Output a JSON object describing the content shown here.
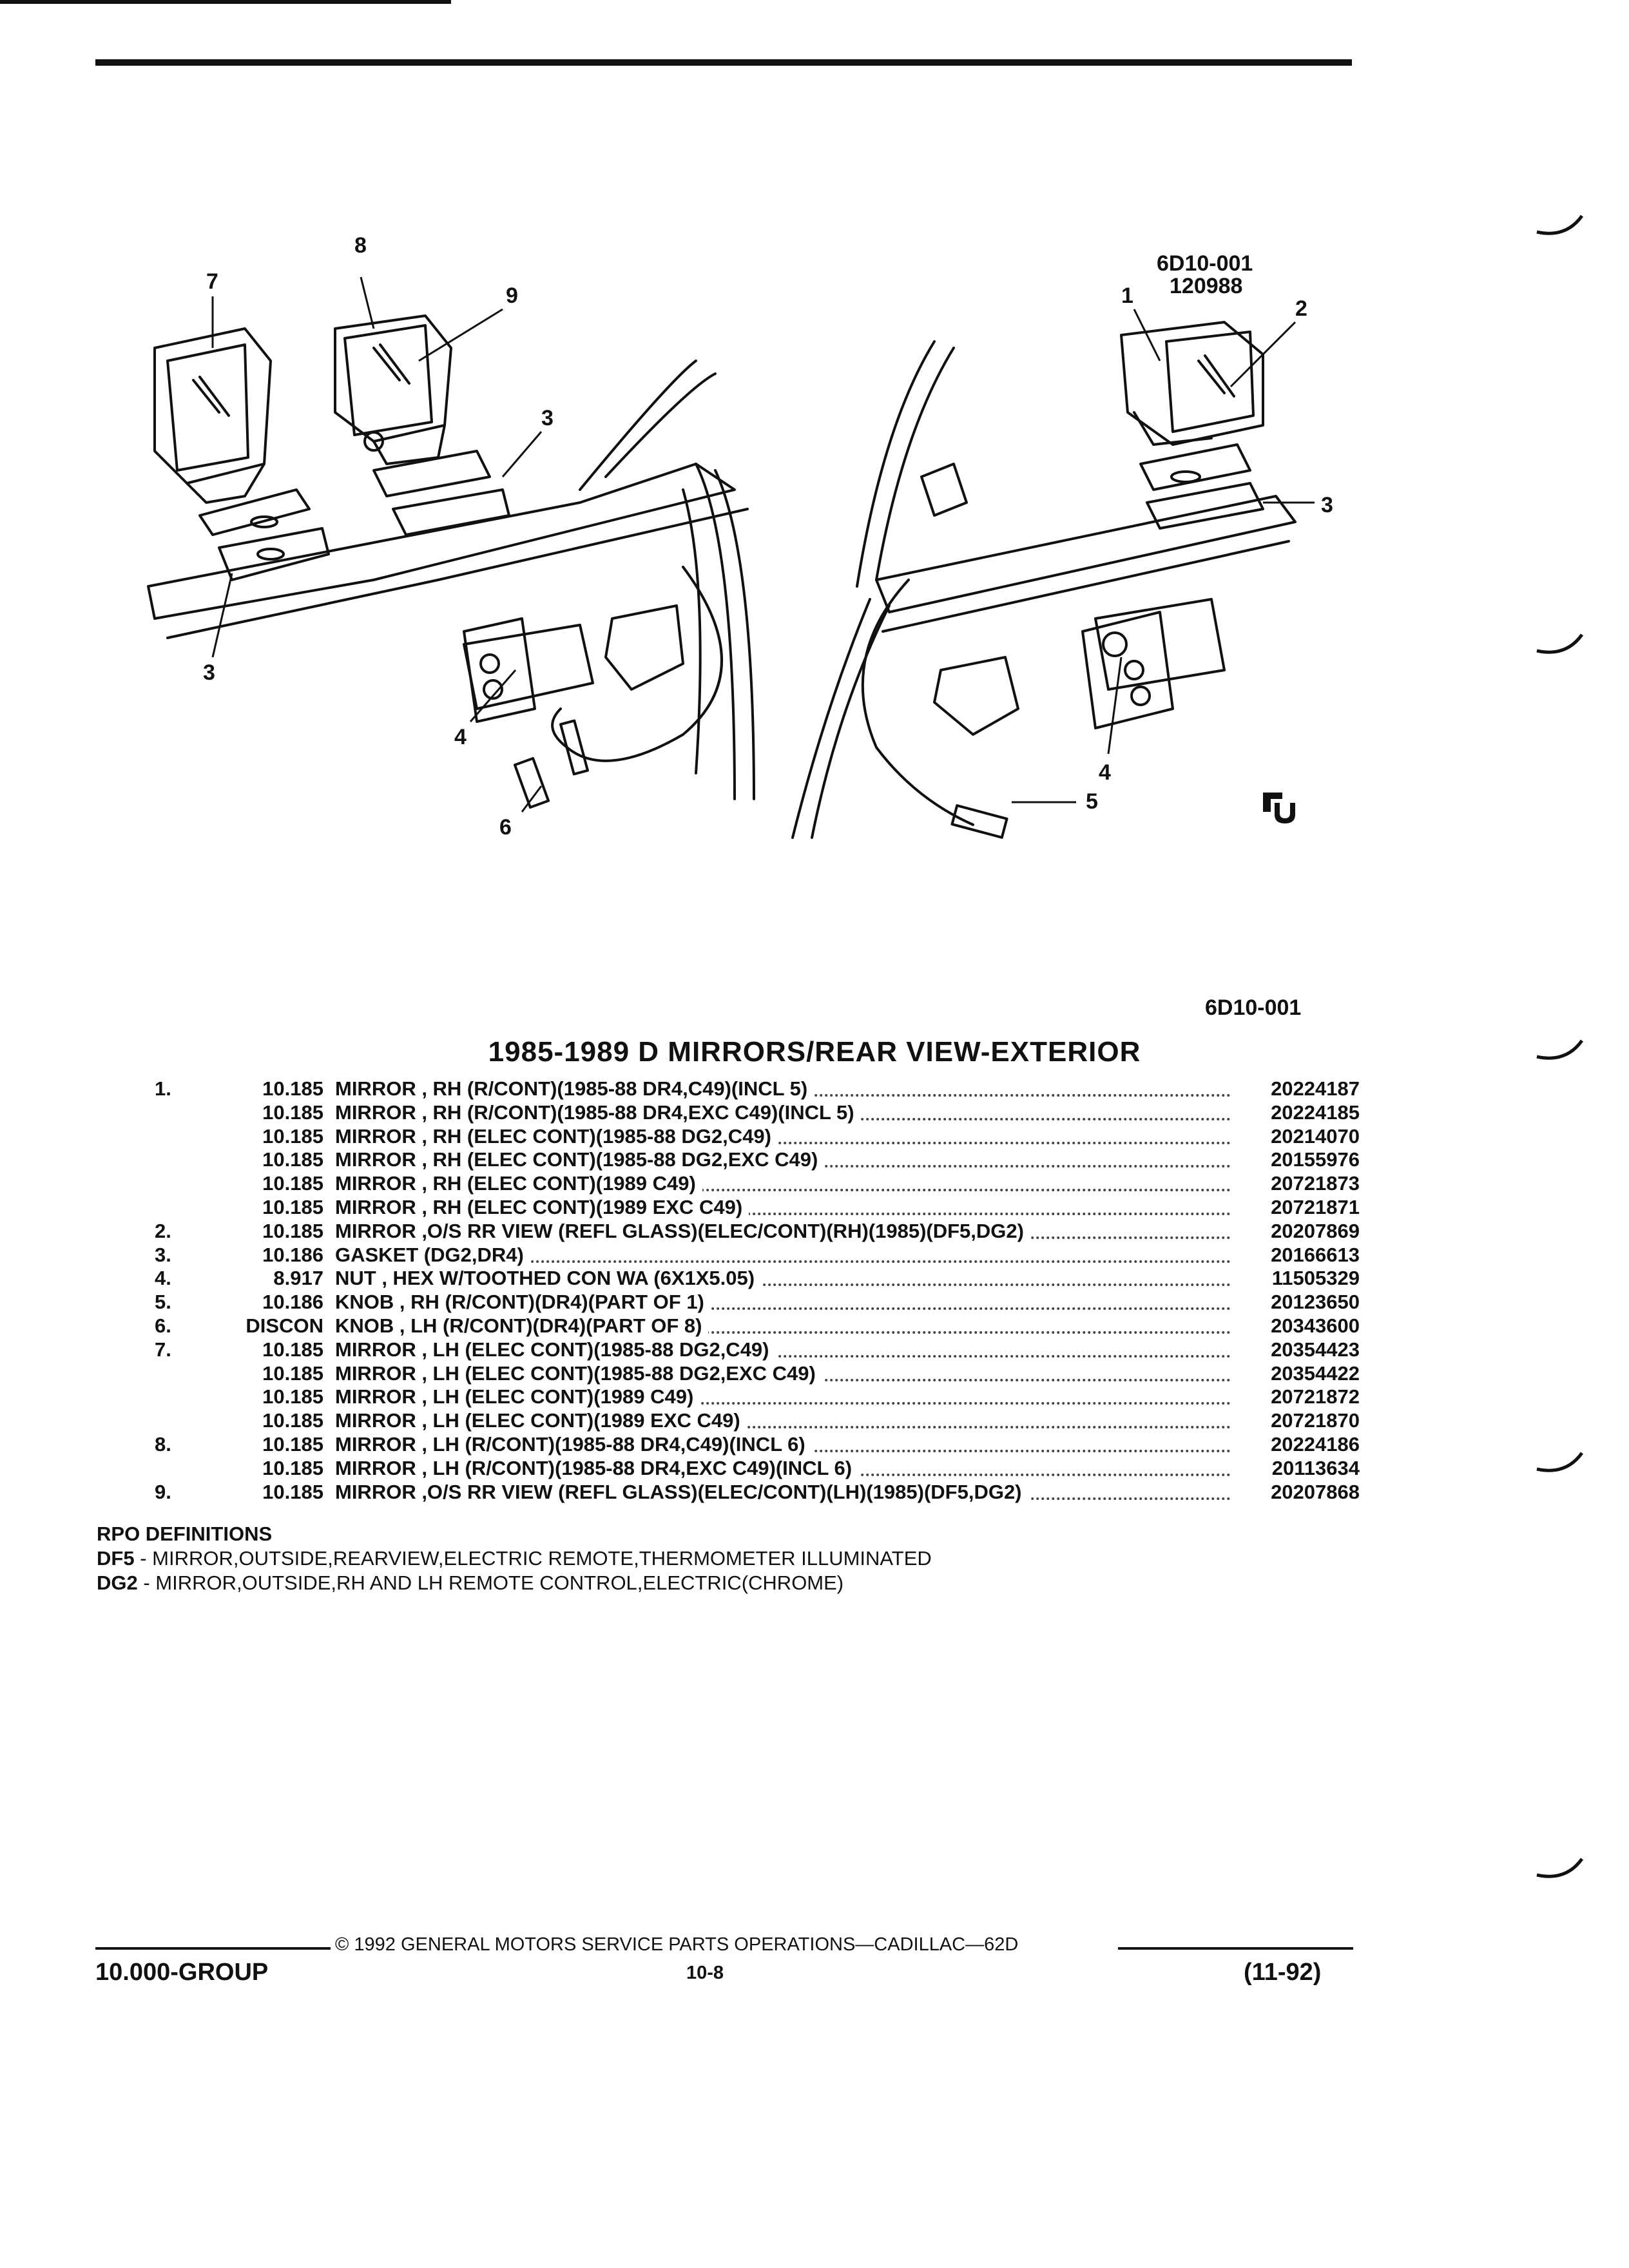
{
  "diagram": {
    "callouts_left": [
      "7",
      "8",
      "9",
      "3",
      "3",
      "4",
      "6"
    ],
    "callouts_right": [
      "1",
      "2",
      "3",
      "4",
      "5"
    ],
    "ref_code": "6D10-001",
    "ref_date": "120988",
    "logo": "GM"
  },
  "figure_ref": "6D10-001",
  "title": "1985-1989 D MIRRORS/REAR VIEW-EXTERIOR",
  "parts": [
    {
      "item": "1.",
      "group": "10.185",
      "desc": "MIRROR , RH (R/CONT)(1985-88 DR4,C49)(INCL 5)",
      "part": "20224187"
    },
    {
      "item": "",
      "group": "10.185",
      "desc": "MIRROR , RH (R/CONT)(1985-88 DR4,EXC C49)(INCL 5)",
      "part": "20224185"
    },
    {
      "item": "",
      "group": "10.185",
      "desc": "MIRROR , RH (ELEC CONT)(1985-88 DG2,C49)",
      "part": "20214070"
    },
    {
      "item": "",
      "group": "10.185",
      "desc": "MIRROR , RH (ELEC CONT)(1985-88 DG2,EXC C49)",
      "part": "20155976"
    },
    {
      "item": "",
      "group": "10.185",
      "desc": "MIRROR , RH (ELEC CONT)(1989 C49)",
      "part": "20721873"
    },
    {
      "item": "",
      "group": "10.185",
      "desc": "MIRROR , RH (ELEC CONT)(1989 EXC C49)",
      "part": "20721871"
    },
    {
      "item": "2.",
      "group": "10.185",
      "desc": "MIRROR ,O/S RR VIEW (REFL GLASS)(ELEC/CONT)(RH)(1985)(DF5,DG2)",
      "part": "20207869"
    },
    {
      "item": "3.",
      "group": "10.186",
      "desc": "GASKET (DG2,DR4)",
      "part": "20166613"
    },
    {
      "item": "4.",
      "group": "8.917",
      "desc": "NUT , HEX W/TOOTHED CON WA (6X1X5.05)",
      "part": "11505329"
    },
    {
      "item": "5.",
      "group": "10.186",
      "desc": "KNOB , RH (R/CONT)(DR4)(PART OF 1)",
      "part": "20123650"
    },
    {
      "item": "6.",
      "group": "DISCON",
      "desc": "KNOB , LH (R/CONT)(DR4)(PART OF 8)",
      "part": "20343600"
    },
    {
      "item": "7.",
      "group": "10.185",
      "desc": "MIRROR , LH (ELEC CONT)(1985-88 DG2,C49)",
      "part": "20354423"
    },
    {
      "item": "",
      "group": "10.185",
      "desc": "MIRROR , LH (ELEC CONT)(1985-88 DG2,EXC C49)",
      "part": "20354422"
    },
    {
      "item": "",
      "group": "10.185",
      "desc": "MIRROR , LH (ELEC CONT)(1989 C49)",
      "part": "20721872"
    },
    {
      "item": "",
      "group": "10.185",
      "desc": "MIRROR , LH (ELEC CONT)(1989 EXC C49)",
      "part": "20721870"
    },
    {
      "item": "8.",
      "group": "10.185",
      "desc": "MIRROR , LH (R/CONT)(1985-88 DR4,C49)(INCL 6)",
      "part": "20224186"
    },
    {
      "item": "",
      "group": "10.185",
      "desc": "MIRROR , LH (R/CONT)(1985-88 DR4,EXC C49)(INCL 6)",
      "part": "20113634"
    },
    {
      "item": "9.",
      "group": "10.185",
      "desc": "MIRROR ,O/S RR VIEW (REFL GLASS)(ELEC/CONT)(LH)(1985)(DF5,DG2)",
      "part": "20207868"
    }
  ],
  "rpo": {
    "heading": "RPO DEFINITIONS",
    "items": [
      {
        "code": "DF5",
        "text": " - MIRROR,OUTSIDE,REARVIEW,ELECTRIC REMOTE,THERMOMETER ILLUMINATED"
      },
      {
        "code": "DG2",
        "text": " - MIRROR,OUTSIDE,RH AND LH REMOTE CONTROL,ELECTRIC(CHROME)"
      }
    ]
  },
  "footer": {
    "copyright": "© 1992 GENERAL MOTORS SERVICE PARTS OPERATIONS—CADILLAC—62D",
    "group": "10.000-GROUP",
    "page": "10-8",
    "date": "(11-92)"
  }
}
